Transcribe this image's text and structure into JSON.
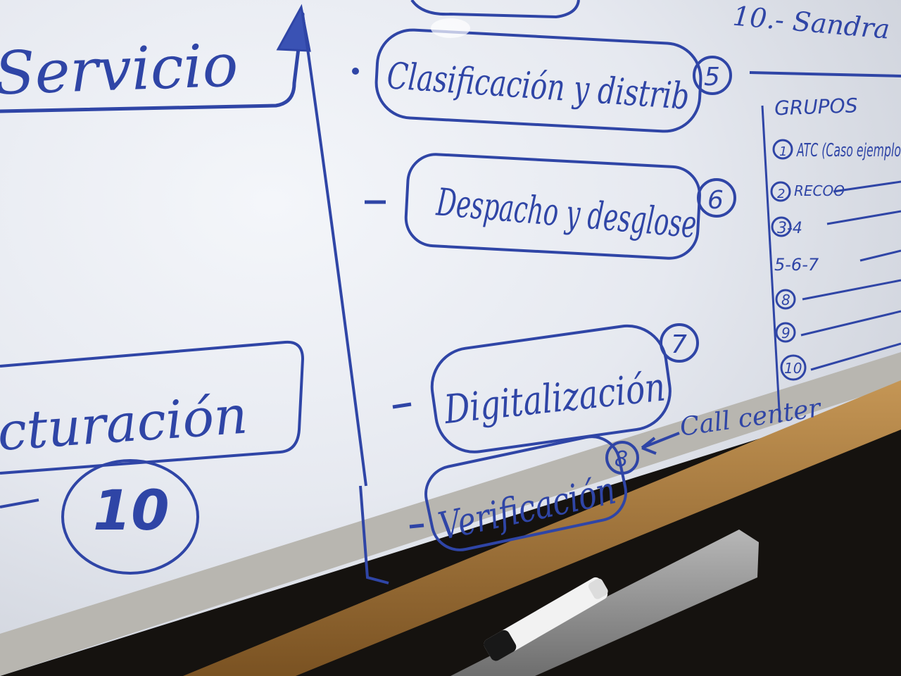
{
  "colors": {
    "ink": "#2f45a6",
    "board": "#eceff5",
    "frame": "#a67a3c",
    "wall": "#15120f"
  },
  "left_column": {
    "servicio": "Servicio",
    "facturacion": "cturación",
    "facturacion_number": "10"
  },
  "middle_column": {
    "items": [
      {
        "label": "Clasificación y distrib",
        "number": "5"
      },
      {
        "label": "Despacho y desglose",
        "number": "6"
      },
      {
        "label": "Digitalización",
        "number": "7"
      },
      {
        "label": "Verificación",
        "number": "8"
      }
    ],
    "annotation": "Call center"
  },
  "right_column": {
    "top_note": "10.- Sandra",
    "header": "GRUPOS",
    "rows": [
      {
        "text": "ATC (Caso ejemplo"
      },
      {
        "text": "RECOO"
      },
      {
        "text": "3-4"
      },
      {
        "text": "5-6-7"
      },
      {
        "text": "8"
      },
      {
        "text": "9"
      },
      {
        "text": "10"
      }
    ]
  }
}
